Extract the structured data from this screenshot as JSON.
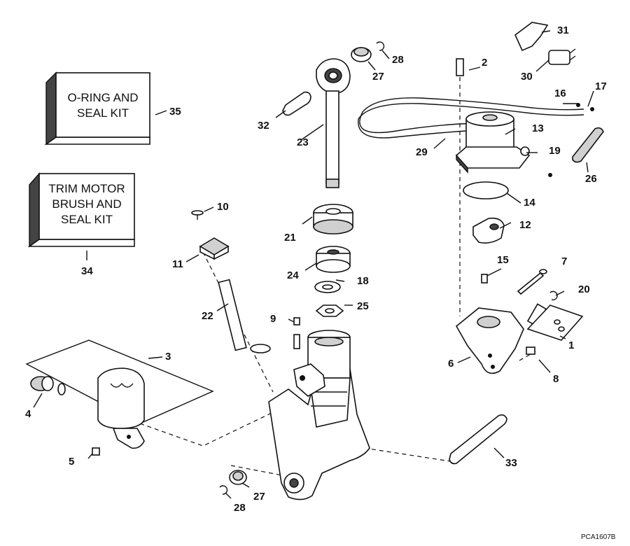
{
  "kits": {
    "seal_kit": {
      "line1": "O-RING AND",
      "line2": "SEAL KIT",
      "number": "35"
    },
    "trim_kit": {
      "line1": "TRIM MOTOR",
      "line2": "BRUSH AND",
      "line3": "SEAL KIT",
      "number": "34"
    }
  },
  "callouts": {
    "n1": "1",
    "n2": "2",
    "n3": "3",
    "n4": "4",
    "n5": "5",
    "n6": "6",
    "n7": "7",
    "n8": "8",
    "n9": "9",
    "n10": "10",
    "n11": "11",
    "n12": "12",
    "n13": "13",
    "n14": "14",
    "n15": "15",
    "n16": "16",
    "n17": "17",
    "n18": "18",
    "n19": "19",
    "n20": "20",
    "n21": "21",
    "n22": "22",
    "n23": "23",
    "n24": "24",
    "n25": "25",
    "n26": "26",
    "n27": "27",
    "n28": "28",
    "n29": "29",
    "n30": "30",
    "n31": "31",
    "n32": "32",
    "n33": "33"
  },
  "drawing_code": "PCA1607B"
}
